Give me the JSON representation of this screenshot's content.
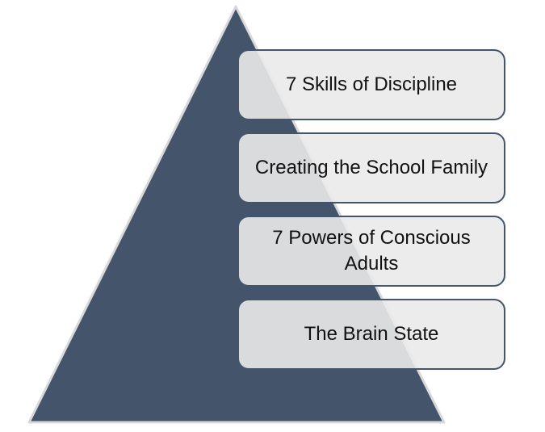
{
  "diagram": {
    "type": "pyramid",
    "colors": {
      "pyramid_fill": "#44546a",
      "pyramid_edge": "#d9d9d9",
      "level_fill": "#eaeaea",
      "level_border": "#44546a",
      "text": "#111111"
    },
    "levels": [
      {
        "label": "7 Skills of Discipline"
      },
      {
        "label": "Creating the School Family"
      },
      {
        "label": "7 Powers of Conscious Adults"
      },
      {
        "label": "The Brain State"
      }
    ]
  }
}
